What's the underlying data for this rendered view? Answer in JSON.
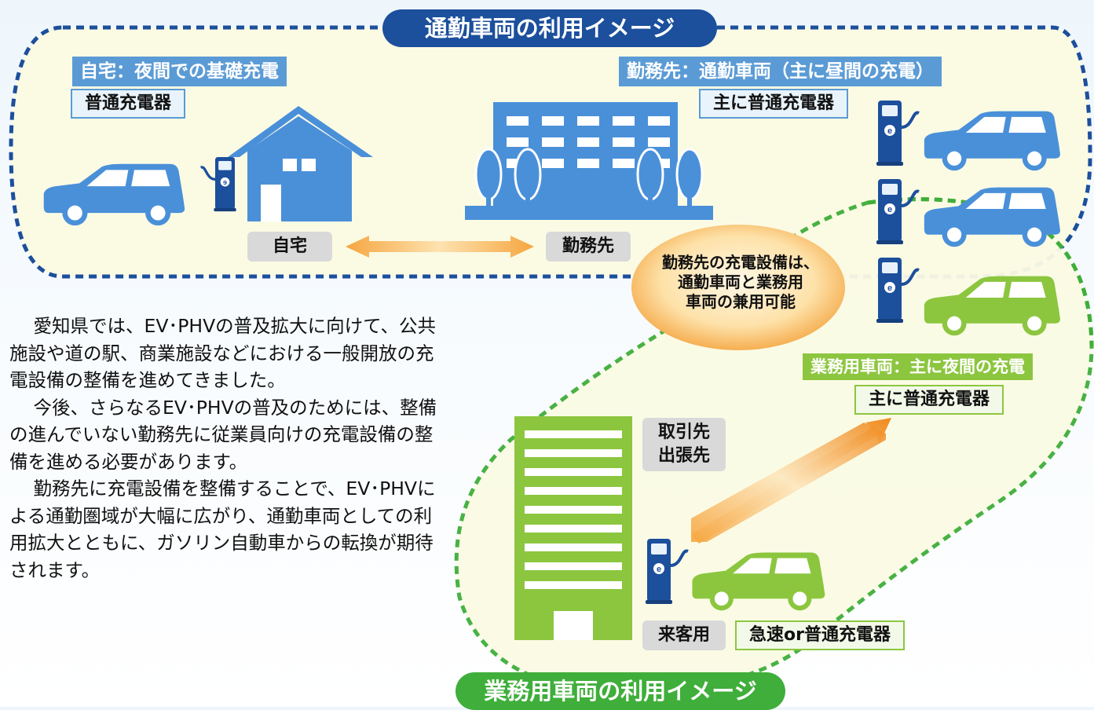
{
  "titles": {
    "commute": "通勤車両の利用イメージ",
    "business": "業務用車両の利用イメージ"
  },
  "home_section": {
    "header": "自宅：夜間での基礎充電",
    "charger": "普通充電器",
    "home_label": "自宅",
    "work_label": "勤務先"
  },
  "work_section": {
    "header": "勤務先：通勤車両（主に昼間の充電）",
    "charger": "主に普通充電器"
  },
  "bubble": {
    "lines": [
      "勤務先の充電設備は、",
      "通勤車両と業務用",
      "車両の兼用可能"
    ]
  },
  "business_section": {
    "header": "業務用車両：主に夜間の充電",
    "charger": "主に普通充電器"
  },
  "client": {
    "label_line1": "取引先",
    "label_line2": "出張先",
    "visitor_label": "来客用",
    "charger": "急速or普通充電器"
  },
  "body": {
    "p1": "愛知県では、EV･PHVの普及拡大に向けて、公共施設や道の駅、商業施設などにおける一般開放の充電設備の整備を進めてきました。",
    "p2": "今後、さらなるEV･PHVの普及のためには、整備の進んでいない勤務先に従業員向けの充電設備の整備を進める必要があります。",
    "p3": "勤務先に充電設備を整備することで、EV･PHVによる通勤圏域が大幅に広がり、通勤車両としての利用拡大とともに、ガソリン自動車からの転換が期待されます。"
  },
  "colors": {
    "blue_dark": "#1c4f9c",
    "blue": "#4a90d9",
    "green": "#8cc63f",
    "green_dark": "#3fae3a",
    "orange": "#f08a1c",
    "region_fill": "#fbfbe4"
  },
  "icons": {
    "charger": "ev-charger-icon",
    "car": "car-icon",
    "house": "house-icon",
    "office": "office-building-icon",
    "client_building": "client-building-icon",
    "arrow": "double-arrow-icon"
  }
}
